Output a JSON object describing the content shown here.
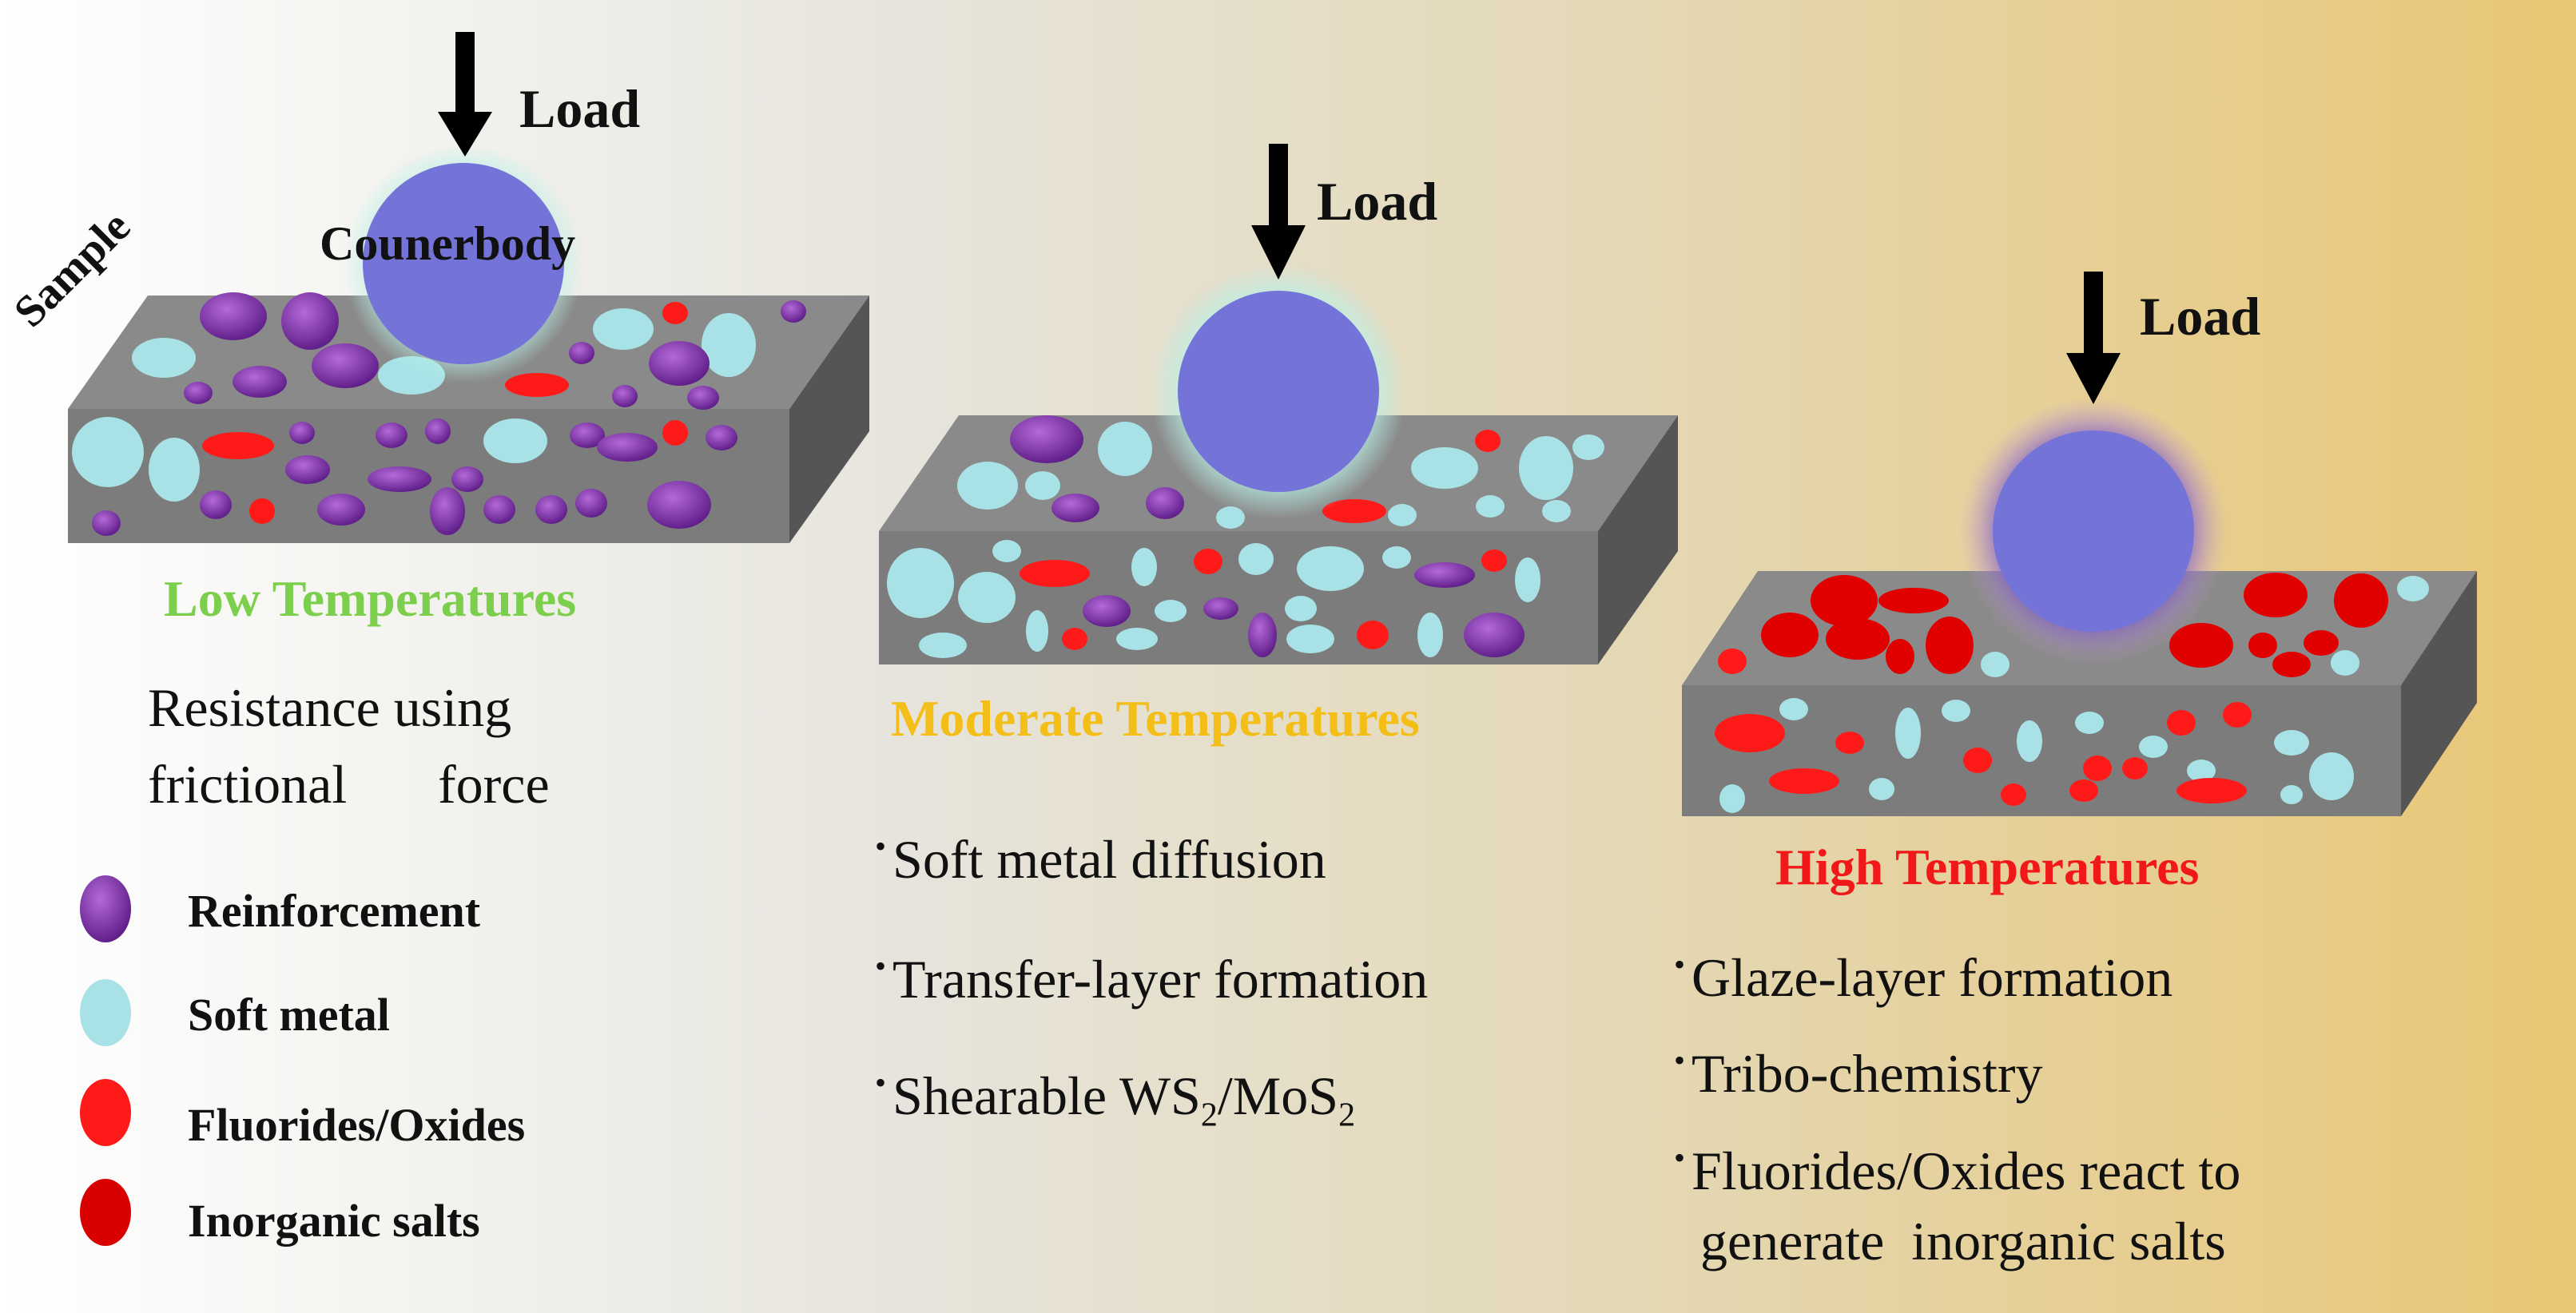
{
  "colors": {
    "background_left": "#ffffff",
    "background_right": "#e9c777",
    "block_top": "#8a8a8a",
    "block_front": "#7b7b7b",
    "block_side": "#555555",
    "counterbody": "#7474d8",
    "reinforcement": "#7a2aa6",
    "soft_metal": "#a8e2e6",
    "fluorides_oxides": "#ff1a1a",
    "inorganic_salts": "#d90000",
    "low_heading": "#7ccf4c",
    "moderate_heading": "#f4be18",
    "high_heading": "#f01818"
  },
  "panel_low": {
    "load_label": "Load",
    "counterbody_label": "Counerbody",
    "sample_label": "Sample",
    "heading": "Low Temperatures",
    "description_line1": "Resistance using",
    "description_line2_a": "frictional",
    "description_line2_b": "force"
  },
  "panel_moderate": {
    "load_label": "Load",
    "heading": "Moderate Temperatures",
    "bullets": [
      "Soft metal diffusion",
      "Transfer-layer formation"
    ],
    "bullet3_a": "Shearable WS",
    "bullet3_sub1": "2",
    "bullet3_b": "/MoS",
    "bullet3_sub2": "2"
  },
  "panel_high": {
    "load_label": "Load",
    "heading": "High Temperatures",
    "bullets": [
      "Glaze-layer formation",
      "Tribo-chemistry",
      "Fluorides/Oxides react to"
    ],
    "bullet3_cont": "generate  inorganic salts"
  },
  "legend": {
    "items": [
      {
        "label": "Reinforcement"
      },
      {
        "label": "Soft metal"
      },
      {
        "label": "Fluorides/Oxides"
      },
      {
        "label": "Inorganic salts"
      }
    ]
  }
}
